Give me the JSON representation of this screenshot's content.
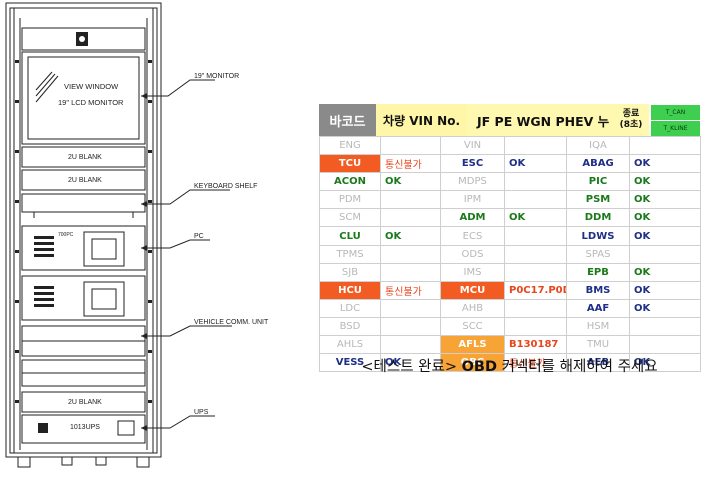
{
  "rack": {
    "screen": {
      "line1": "VIEW WINDOW",
      "line2": "19\" LCD MONITOR"
    },
    "blank_top": "2U BLANK",
    "blank_mid": "2U BLANK",
    "pc_model": "700PC",
    "blank_bottom": "2U BLANK",
    "ups_model": "1013UPS",
    "callouts": [
      "19\" MONITOR",
      "KEYBOARD SHELF",
      "PC",
      "VEHICLE COMM. UNIT",
      "UPS"
    ]
  },
  "header": {
    "barcode_label": "바코드",
    "vin_label": "차량 VIN No.",
    "model": "JF PE WGN PHEV 누",
    "done_line1": "종료",
    "done_line2": "(8초)",
    "tag1": "T_CAN",
    "tag2": "T_KLINE"
  },
  "rows": [
    [
      {
        "t": "ENG",
        "c": "gray"
      },
      {
        "t": "",
        "c": ""
      },
      {
        "t": "VIN",
        "c": "gray"
      },
      {
        "t": "",
        "c": ""
      },
      {
        "t": "IQA",
        "c": "gray"
      },
      {
        "t": "",
        "c": ""
      }
    ],
    [
      {
        "t": "TCU",
        "c": "redbg"
      },
      {
        "t": "통신불가",
        "c": "fail"
      },
      {
        "t": "ESC",
        "c": "navy"
      },
      {
        "t": "OK",
        "c": "ok-navy"
      },
      {
        "t": "ABAG",
        "c": "navy"
      },
      {
        "t": "OK",
        "c": "ok-navy"
      }
    ],
    [
      {
        "t": "ACON",
        "c": "green"
      },
      {
        "t": "OK",
        "c": "ok-green"
      },
      {
        "t": "MDPS",
        "c": "gray"
      },
      {
        "t": "",
        "c": ""
      },
      {
        "t": "PIC",
        "c": "green"
      },
      {
        "t": "OK",
        "c": "ok-green"
      }
    ],
    [
      {
        "t": "PDM",
        "c": "gray"
      },
      {
        "t": "",
        "c": ""
      },
      {
        "t": "IPM",
        "c": "gray"
      },
      {
        "t": "",
        "c": ""
      },
      {
        "t": "PSM",
        "c": "green"
      },
      {
        "t": "OK",
        "c": "ok-green"
      }
    ],
    [
      {
        "t": "SCM",
        "c": "gray"
      },
      {
        "t": "",
        "c": ""
      },
      {
        "t": "ADM",
        "c": "green"
      },
      {
        "t": "OK",
        "c": "ok-green"
      },
      {
        "t": "DDM",
        "c": "green"
      },
      {
        "t": "OK",
        "c": "ok-green"
      }
    ],
    [
      {
        "t": "CLU",
        "c": "green"
      },
      {
        "t": "OK",
        "c": "ok-green"
      },
      {
        "t": "ECS",
        "c": "gray"
      },
      {
        "t": "",
        "c": ""
      },
      {
        "t": "LDWS",
        "c": "navy"
      },
      {
        "t": "OK",
        "c": "ok-navy"
      }
    ],
    [
      {
        "t": "TPMS",
        "c": "gray"
      },
      {
        "t": "",
        "c": ""
      },
      {
        "t": "ODS",
        "c": "gray"
      },
      {
        "t": "",
        "c": ""
      },
      {
        "t": "SPAS",
        "c": "gray"
      },
      {
        "t": "",
        "c": ""
      }
    ],
    [
      {
        "t": "SJB",
        "c": "gray"
      },
      {
        "t": "",
        "c": ""
      },
      {
        "t": "IMS",
        "c": "gray"
      },
      {
        "t": "",
        "c": ""
      },
      {
        "t": "EPB",
        "c": "green"
      },
      {
        "t": "OK",
        "c": "ok-green"
      }
    ],
    [
      {
        "t": "HCU",
        "c": "redbg"
      },
      {
        "t": "통신불가",
        "c": "fail"
      },
      {
        "t": "MCU",
        "c": "redbg"
      },
      {
        "t": "P0C17.P0D",
        "c": "code"
      },
      {
        "t": "BMS",
        "c": "navy"
      },
      {
        "t": "OK",
        "c": "ok-navy"
      }
    ],
    [
      {
        "t": "LDC",
        "c": "gray"
      },
      {
        "t": "",
        "c": ""
      },
      {
        "t": "AHB",
        "c": "gray"
      },
      {
        "t": "",
        "c": ""
      },
      {
        "t": "AAF",
        "c": "navy"
      },
      {
        "t": "OK",
        "c": "ok-navy"
      }
    ],
    [
      {
        "t": "BSD",
        "c": "gray"
      },
      {
        "t": "",
        "c": ""
      },
      {
        "t": "SCC",
        "c": "gray"
      },
      {
        "t": "",
        "c": ""
      },
      {
        "t": "HSM",
        "c": "gray"
      },
      {
        "t": "",
        "c": ""
      }
    ],
    [
      {
        "t": "AHLS",
        "c": "gray"
      },
      {
        "t": "",
        "c": ""
      },
      {
        "t": "AFLS",
        "c": "orgbg"
      },
      {
        "t": "B130187",
        "c": "code"
      },
      {
        "t": "TMU",
        "c": "gray"
      },
      {
        "t": "",
        "c": ""
      }
    ],
    [
      {
        "t": "VESS",
        "c": "navy"
      },
      {
        "t": "OK",
        "c": "ok-navy"
      },
      {
        "t": "OBC",
        "c": "orgbg"
      },
      {
        "t": "통신불가",
        "c": "fail"
      },
      {
        "t": "AEB",
        "c": "navy"
      },
      {
        "t": "OK",
        "c": "ok-navy"
      }
    ]
  ],
  "footer": {
    "prefix": "<테스트 완료> ",
    "bold": "OBD",
    "suffix": " 커넥터를 해제하여 주세요"
  }
}
